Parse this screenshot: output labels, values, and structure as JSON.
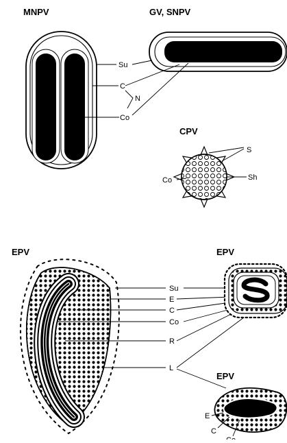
{
  "titles": {
    "mnpv": "MNPV",
    "gv_snpv": "GV, SNPV",
    "cpv": "CPV",
    "epv_large": "EPV",
    "epv_round": "EPV",
    "epv_small": "EPV"
  },
  "labels": {
    "su_top": "Su",
    "c_top": "C",
    "n_top": "N",
    "co_top": "Co",
    "s_cpv": "S",
    "co_cpv": "Co",
    "sh_cpv": "Sh",
    "su_epv": "Su",
    "e_epv": "E",
    "c_epv": "C",
    "co_epv": "Co",
    "r_epv": "R",
    "l_epv": "L",
    "e_small": "E",
    "c_small": "C",
    "co_small": "Co"
  },
  "colors": {
    "ink": "#000000",
    "paper": "#ffffff"
  }
}
